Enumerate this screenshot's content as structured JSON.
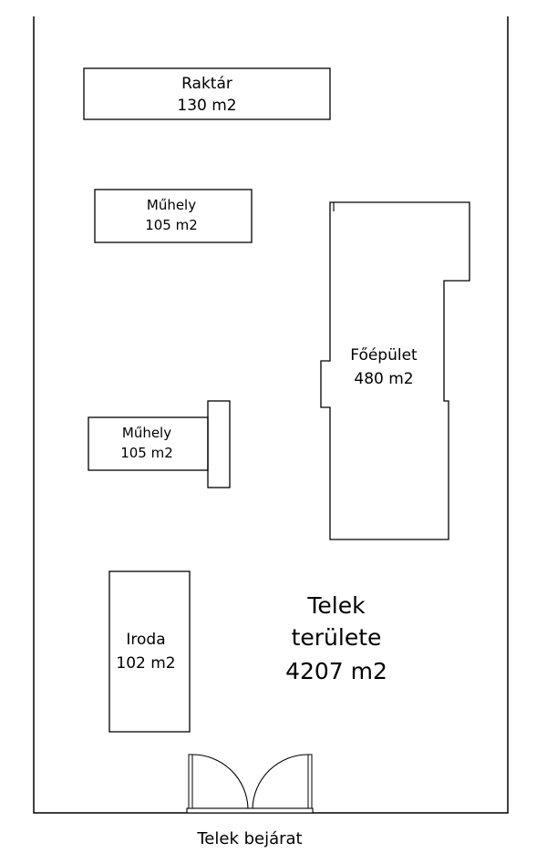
{
  "buildings": {
    "raktar": {
      "name": "Raktár",
      "area": "130 m2"
    },
    "muhely_top": {
      "name": "Műhely",
      "area": "105 m2"
    },
    "muhely_bottom": {
      "name": "Műhely",
      "area": "105 m2"
    },
    "foepulet": {
      "name": "Főépület",
      "area": "480 m2"
    },
    "iroda": {
      "name": "Iroda",
      "area": "102 m2"
    }
  },
  "plot": {
    "line1": "Telek",
    "line2": "területe",
    "area": "4207 m2"
  },
  "entrance": {
    "label": "Telek bejárat"
  },
  "colors": {
    "stroke": "#000000",
    "background": "#ffffff"
  }
}
